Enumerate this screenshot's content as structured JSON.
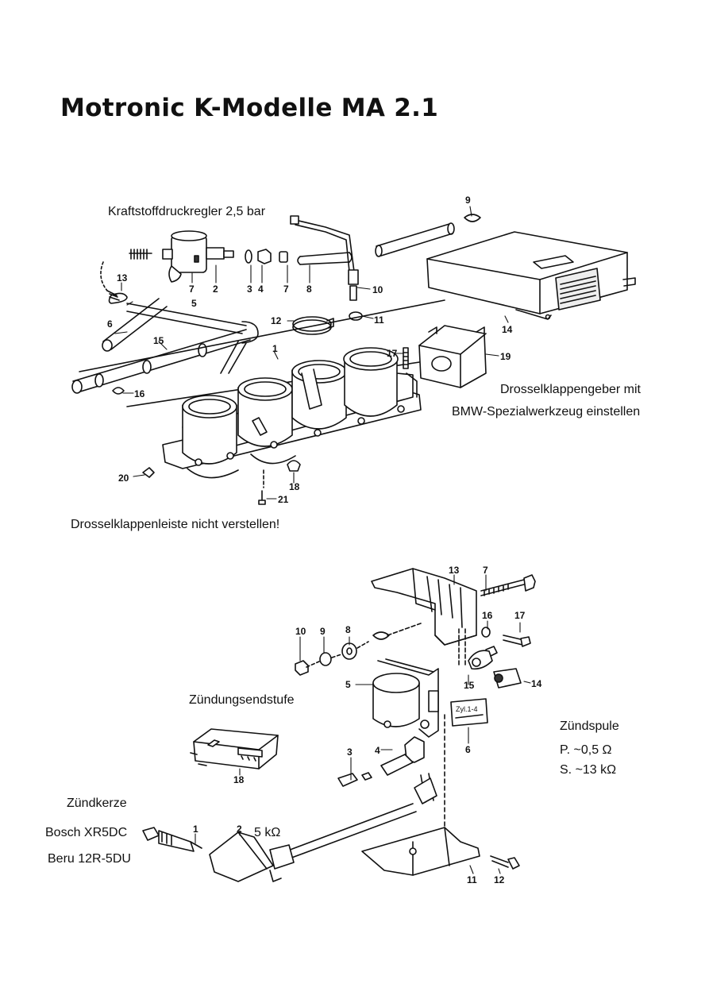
{
  "title": "Motronic K-Modelle MA 2.1",
  "top_section": {
    "labels": {
      "pressure_regulator": "Kraftstoffdruckregler 2,5 bar",
      "throttle_sensor_line1": "Drosselklappengeber mit",
      "throttle_sensor_line2": "BMW-Spezialwerkzeug einstellen",
      "throttle_bar_warning": "Drosselklappenleiste nicht verstellen!"
    },
    "part_numbers": [
      "9",
      "13",
      "7",
      "2",
      "3",
      "4",
      "7",
      "8",
      "10",
      "5",
      "6",
      "12",
      "11",
      "14",
      "15",
      "1",
      "17",
      "19",
      "16",
      "20",
      "18",
      "21"
    ]
  },
  "bottom_section": {
    "labels": {
      "ignition_module": "Zündungsendstufe",
      "spark_plug": "Zündkerze",
      "spark_plug_bosch": "Bosch XR5DC",
      "spark_plug_beru": "Beru 12R-5DU",
      "resistance": "5 kΩ",
      "ignition_coil": "Zündspule",
      "primary": "P. ~0,5 Ω",
      "secondary": "S. ~13 kΩ",
      "cyl_tag": "Zyl.1-4"
    },
    "part_numbers": [
      "13",
      "7",
      "16",
      "17",
      "10",
      "9",
      "8",
      "15",
      "14",
      "5",
      "18",
      "3",
      "4",
      "6",
      "1",
      "2",
      "11",
      "12"
    ]
  }
}
